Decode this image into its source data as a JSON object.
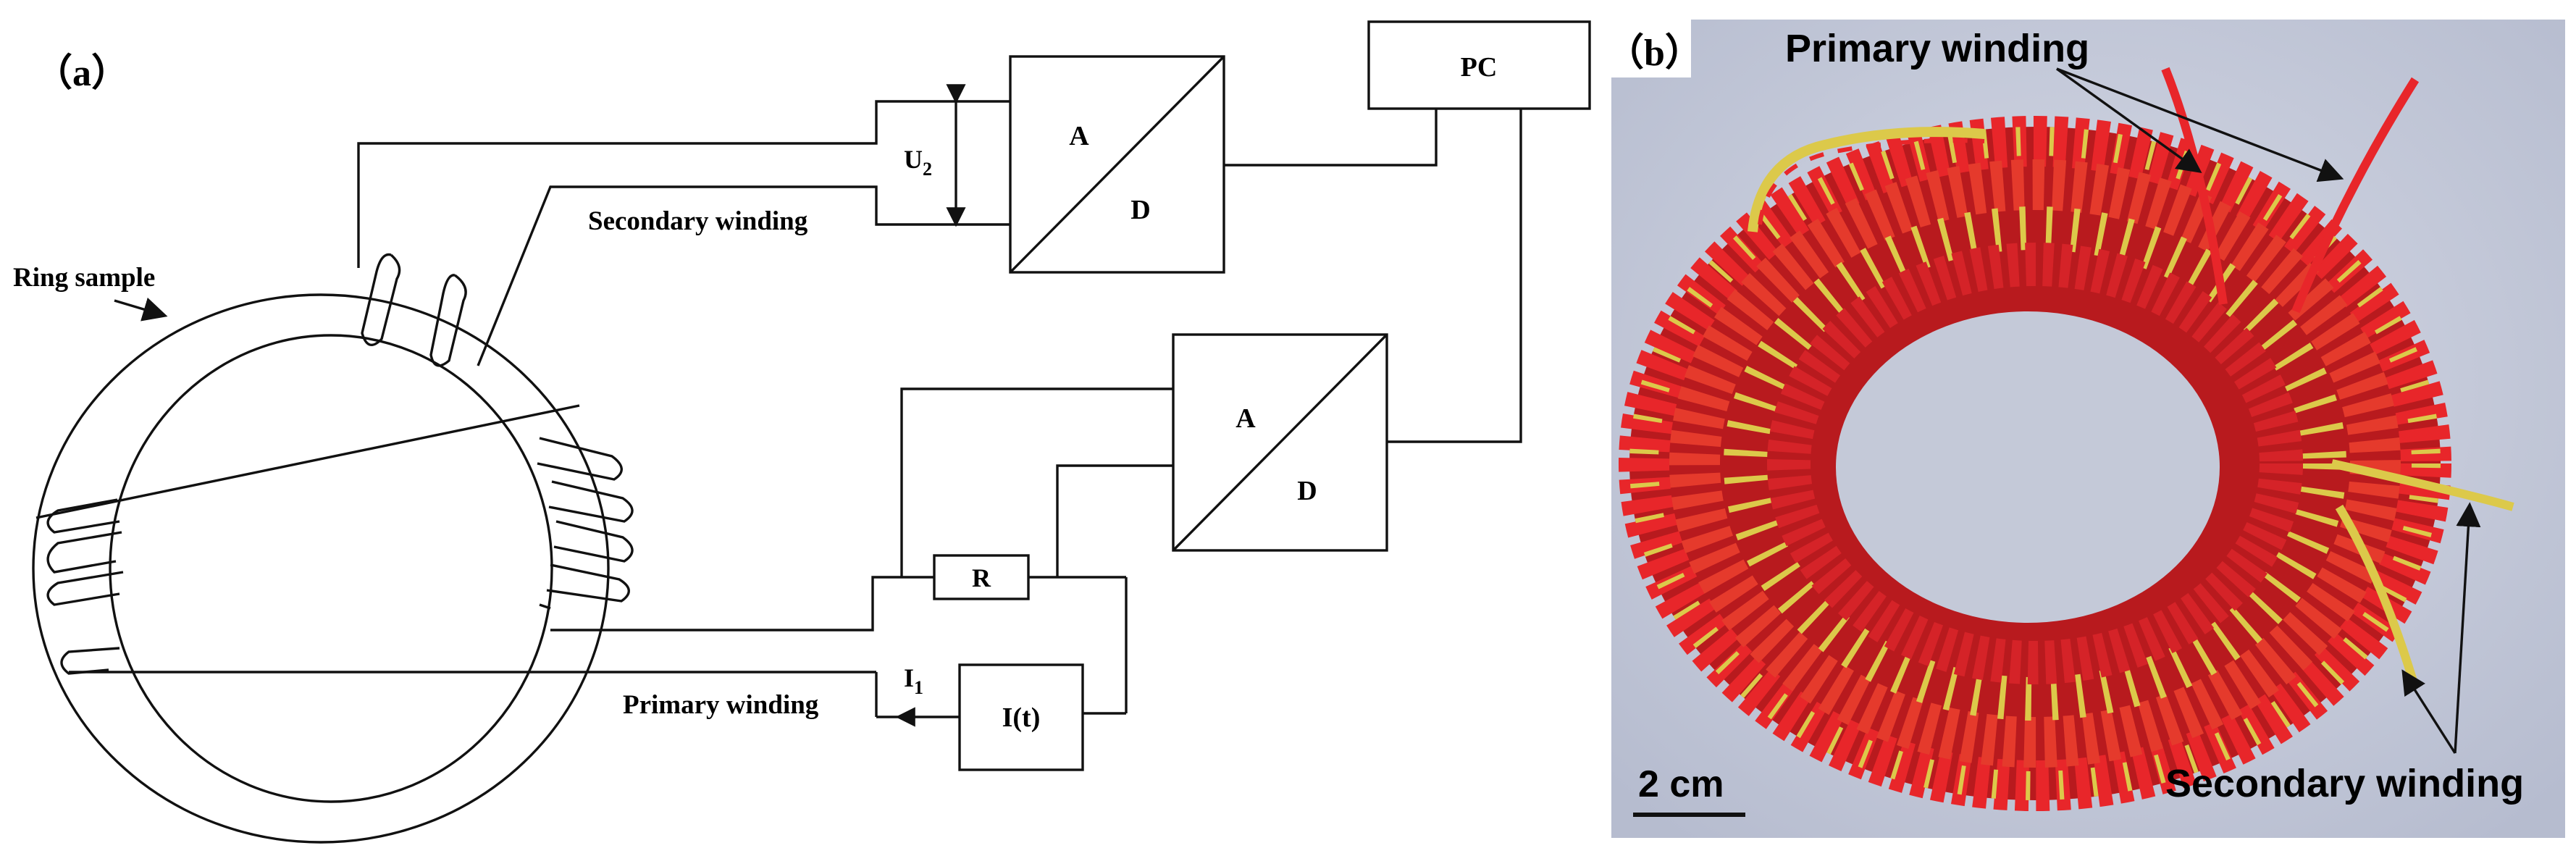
{
  "panel_a": {
    "label": "（a）",
    "ring_sample_label": "Ring sample",
    "secondary_winding_label": "Secondary winding",
    "primary_winding_label": "Primary winding",
    "u2_main": "U",
    "u2_sub": "2",
    "adc_top": {
      "a": "A",
      "d": "D"
    },
    "adc_bottom": {
      "a": "A",
      "d": "D"
    },
    "pc_label": "PC",
    "resistor_label": "R",
    "source_label": "I(t)",
    "i1_main": "I",
    "i1_sub": "1"
  },
  "panel_b": {
    "label": "（b）",
    "primary_winding_label": "Primary winding",
    "secondary_winding_label": "Secondary winding",
    "scale_label": "2 cm"
  },
  "colors": {
    "line": "#111111",
    "photo_background": "#c9cede",
    "wire_red": "#e8262a",
    "wire_yellow": "#dcc94a"
  }
}
